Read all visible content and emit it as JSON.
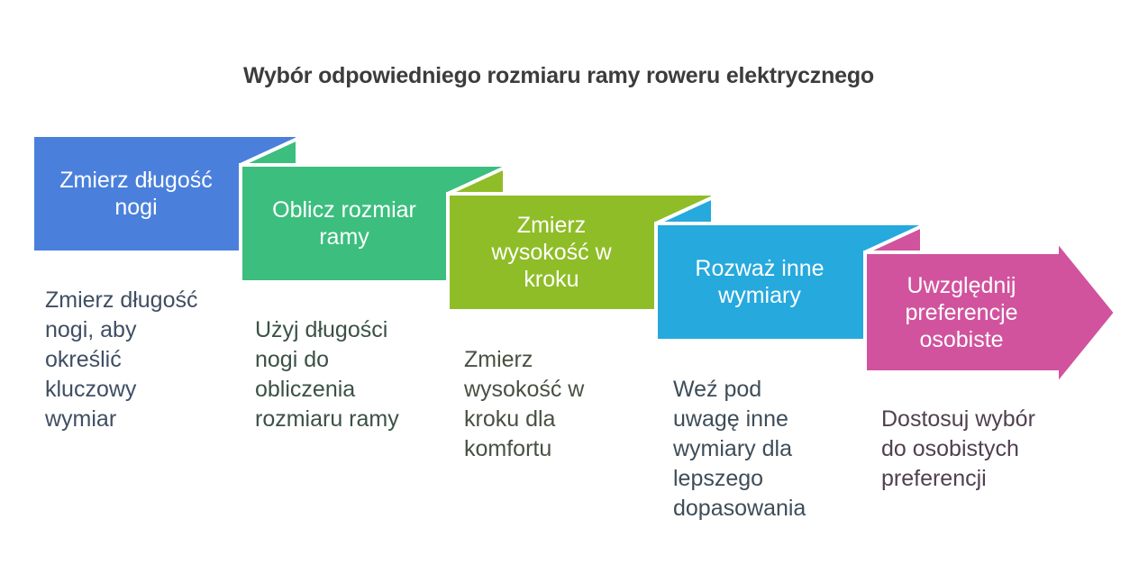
{
  "title": "Wybór odpowiedniego rozmiaru ramy roweru elektrycznego",
  "colors": {
    "background": "#ffffff",
    "heading_text": "#3c3c3c",
    "step_label_text": "#ffffff"
  },
  "steps": [
    {
      "label": "Zmierz długość nogi",
      "label_lines": [
        "Zmierz długość",
        "nogi"
      ],
      "description": "Zmierz długość nogi, aby określić kluczowy wymiar",
      "description_lines": [
        "Zmierz długość",
        "nogi, aby",
        "określić",
        "kluczowy",
        "wymiar"
      ],
      "color": "#4a80dc",
      "description_color": "#404e63"
    },
    {
      "label": "Oblicz rozmiar ramy",
      "label_lines": [
        "Oblicz rozmiar",
        "ramy"
      ],
      "description": "Użyj długości nogi do obliczenia rozmiaru ramy",
      "description_lines": [
        "Użyj długości",
        "nogi do",
        "obliczenia",
        "rozmiaru ramy"
      ],
      "color": "#3cbe7e",
      "description_color": "#3b5146"
    },
    {
      "label": "Zmierz wysokość w kroku",
      "label_lines": [
        "Zmierz",
        "wysokość w",
        "kroku"
      ],
      "description": "Zmierz wysokość w kroku dla komfortu",
      "description_lines": [
        "Zmierz",
        "wysokość w",
        "kroku dla",
        "komfortu"
      ],
      "color": "#8fbd27",
      "description_color": "#485142"
    },
    {
      "label": "Rozważ inne wymiary",
      "label_lines": [
        "Rozważ inne",
        "wymiary"
      ],
      "description": "Weź pod uwagę inne wymiary dla lepszego dopasowania",
      "description_lines": [
        "Weź pod",
        "uwagę inne",
        "wymiary dla",
        "lepszego",
        "dopasowania"
      ],
      "color": "#26a9dd",
      "description_color": "#3e4d59"
    },
    {
      "label": "Uwzględnij preferencje osobiste",
      "label_lines": [
        "Uwzględnij",
        "preferencje",
        "osobiste"
      ],
      "description": "Dostosuj wybór do osobistych preferencji",
      "description_lines": [
        "Dostosuj wybór",
        "do osobistych",
        "preferencji"
      ],
      "color": "#d1539e",
      "description_color": "#51404f"
    }
  ]
}
